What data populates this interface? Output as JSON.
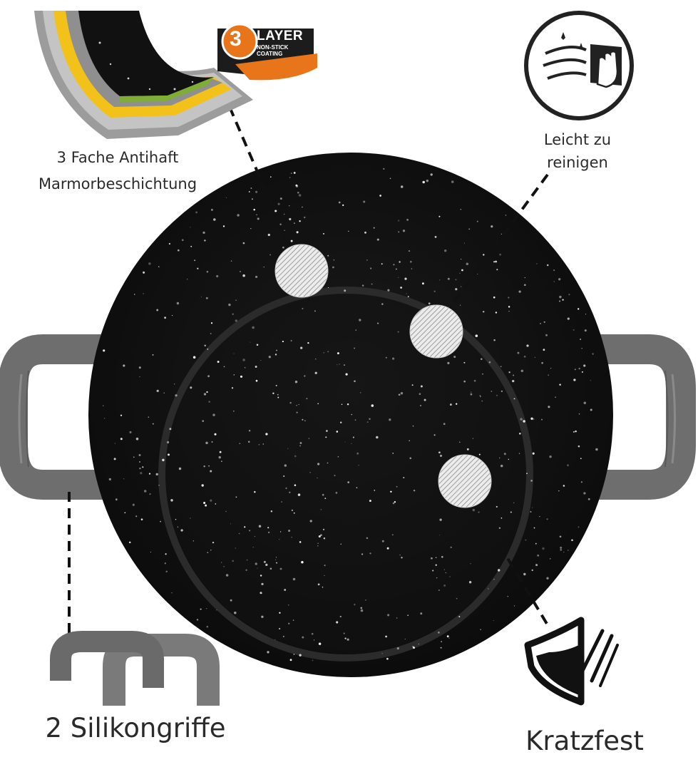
{
  "labels": {
    "layers_line1": "3 Fache Antihaft",
    "layers_line2": "Marmorbeschichtung",
    "clean_line1": "Leicht zu",
    "clean_line2": "reinigen",
    "handles": "2 Silikongriffe",
    "scratch": "Kratzfest"
  },
  "badge": {
    "number": "3",
    "title": "LAYER",
    "sub_line1": "NON-STICK",
    "sub_line2": "COATING"
  },
  "colors": {
    "pan_surface": "#141414",
    "handle": "#6e6e6e",
    "badge_orange": "#e8751a",
    "coating_yellow": "#f2c21b",
    "icon_stroke": "#222222"
  },
  "icons": [
    "layers-cutaway-icon",
    "cleaning-hand-icon",
    "scratch-shield-icon",
    "silicone-handles-icon"
  ]
}
